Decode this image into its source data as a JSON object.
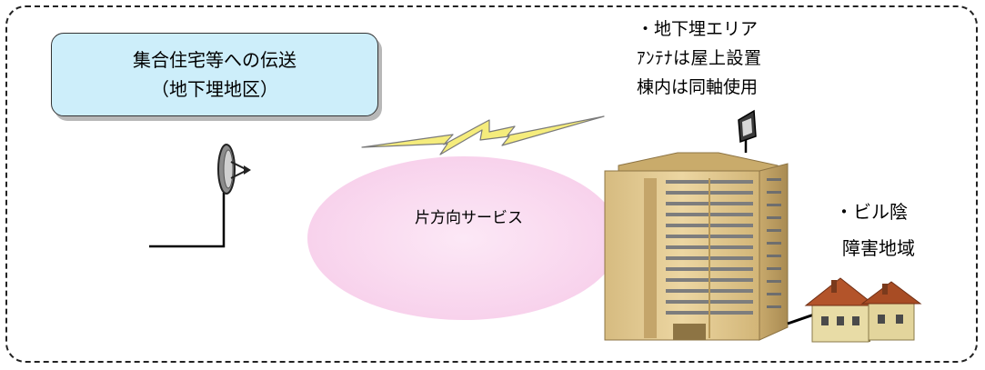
{
  "title": {
    "line1": "集合住宅等への伝送",
    "line2": "（地下埋地区）"
  },
  "notes": {
    "underground": [
      "・地下埋エリア",
      "ｱﾝﾃﾅは屋上設置",
      "棟内は同軸使用"
    ],
    "shadow": [
      "・ビル陰",
      "障害地域"
    ]
  },
  "service_label": "片方向サービス",
  "colors": {
    "title_fill": "#cdeefa",
    "bolt_fill": "#f5ec7c",
    "coverage_fill": "#fbdff3",
    "building_body": "#e2c88d",
    "building_shade": "#c9ab6b",
    "house_roof": "#b3542a"
  },
  "icons": {
    "transmitter": "parabolic-dish-antenna-icon",
    "receiver": "rooftop-antenna-icon",
    "link": "lightning-bolt-icon",
    "building": "apartment-building-icon",
    "houses": "houses-icon"
  }
}
